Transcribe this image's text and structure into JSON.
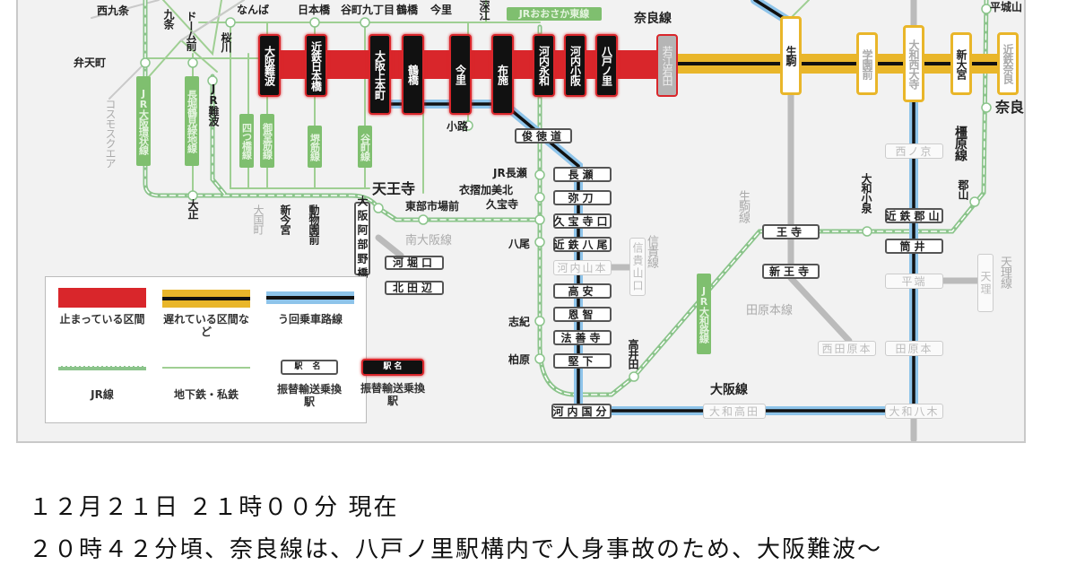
{
  "colors": {
    "stopped": "#d9262b",
    "delayed": "#e9b62a",
    "detour": "#8ec4ea",
    "jr": "#8bc48b",
    "subway": "#9fcf93"
  },
  "map": {
    "stopped": [
      "大阪難波",
      "近鉄日本橋",
      "大阪上本町",
      "鶴橋",
      "今里",
      "布施",
      "河内永和",
      "河内小阪",
      "八戸ノ里"
    ],
    "stopped_end": "若江岩田",
    "delayed": [
      "生駒",
      "学園前",
      "大和西大寺",
      "新大宮",
      "近鉄奈良"
    ],
    "transfer": [
      "俊徳道",
      "長瀬",
      "弥刀",
      "久宝寺口",
      "近鉄八尾",
      "高安",
      "恩智",
      "法善寺",
      "堅下",
      "河内国分",
      "近鉄郡山",
      "筒井",
      "王寺",
      "新王寺",
      "河堀口",
      "北田辺"
    ],
    "inactive": [
      "河内山本",
      "大和高田",
      "大和八木",
      "西ノ京",
      "平端",
      "田原本",
      "西田原本",
      "天理",
      "信貴山口"
    ],
    "other_stations": [
      "西九条",
      "九条",
      "ドーム前",
      "桜川",
      "なんば",
      "日本橋",
      "谷町九丁目",
      "鶴橋",
      "今里",
      "深江",
      "弁天町",
      "JR難波",
      "小路",
      "JR長瀬",
      "衣摺加美北",
      "久宝寺",
      "八尾",
      "志紀",
      "柏原",
      "高井田",
      "天王寺",
      "東部市場前",
      "大正",
      "大国町",
      "新今宮",
      "動物園前",
      "コスモスクエア",
      "平城山",
      "奈良",
      "大和小泉",
      "郡山"
    ],
    "line_labels_green": [
      "JR大阪環状線",
      "長堀鶴見緑地線",
      "四つ橋線",
      "御堂筋線",
      "堺筋線",
      "谷町線",
      "JRおおさか東線",
      "JR大和路線"
    ],
    "abenobashi": "大阪阿部野橋",
    "line_labels_grey": [
      "南大阪線",
      "信貴線",
      "生駒線",
      "田原本線",
      "天理線"
    ],
    "line_labels_black": [
      "奈良線",
      "大阪線",
      "橿原線"
    ]
  },
  "legend": {
    "stopped": "止まっている区間",
    "delayed": "遅れている区間など",
    "detour": "う回乗車路線",
    "jr": "JR線",
    "subway": "地下鉄・私鉄",
    "station_sample": "駅 名",
    "station_sample_dark": "駅 名",
    "transfer": "振替輸送乗換駅",
    "transfer_dark": "振替輸送乗換駅"
  },
  "notice": {
    "timestamp": "１２月２１日 ２１時００分 現在",
    "message": "２０時４２分頃、奈良線は、八戸ノ里駅構内で人身事故のため、大阪難波～"
  }
}
